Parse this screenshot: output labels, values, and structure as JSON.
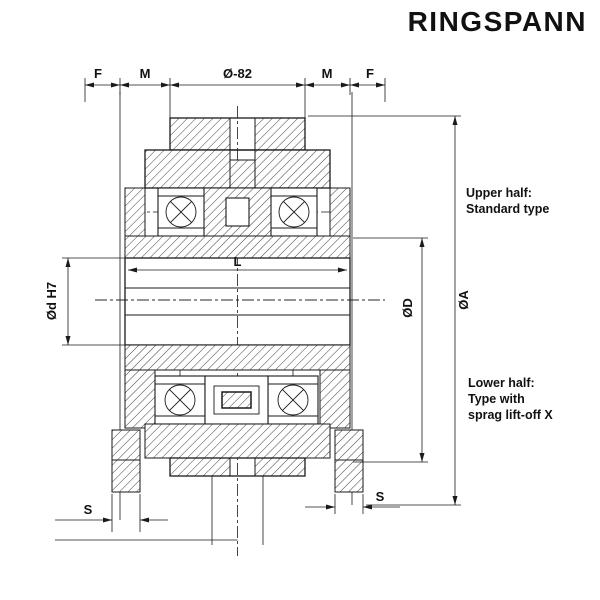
{
  "logo": {
    "text": "RINGSPANN",
    "color": "#ff3000"
  },
  "drawing": {
    "dim_f_left": "F",
    "dim_m_left": "M",
    "dim_center": "Ø-82",
    "dim_m_right": "M",
    "dim_f_right": "F",
    "dim_length": "L",
    "dim_bore": "Ød H7",
    "dim_outer": "ØD",
    "dim_overall": "ØA",
    "dim_s_left": "S",
    "dim_s_right": "S"
  },
  "annotations": {
    "upper_title": "Upper half:",
    "upper_desc": "Standard type",
    "lower_title": "Lower half:",
    "lower_desc_1": "Type with",
    "lower_desc_2": "sprag lift-off X"
  }
}
